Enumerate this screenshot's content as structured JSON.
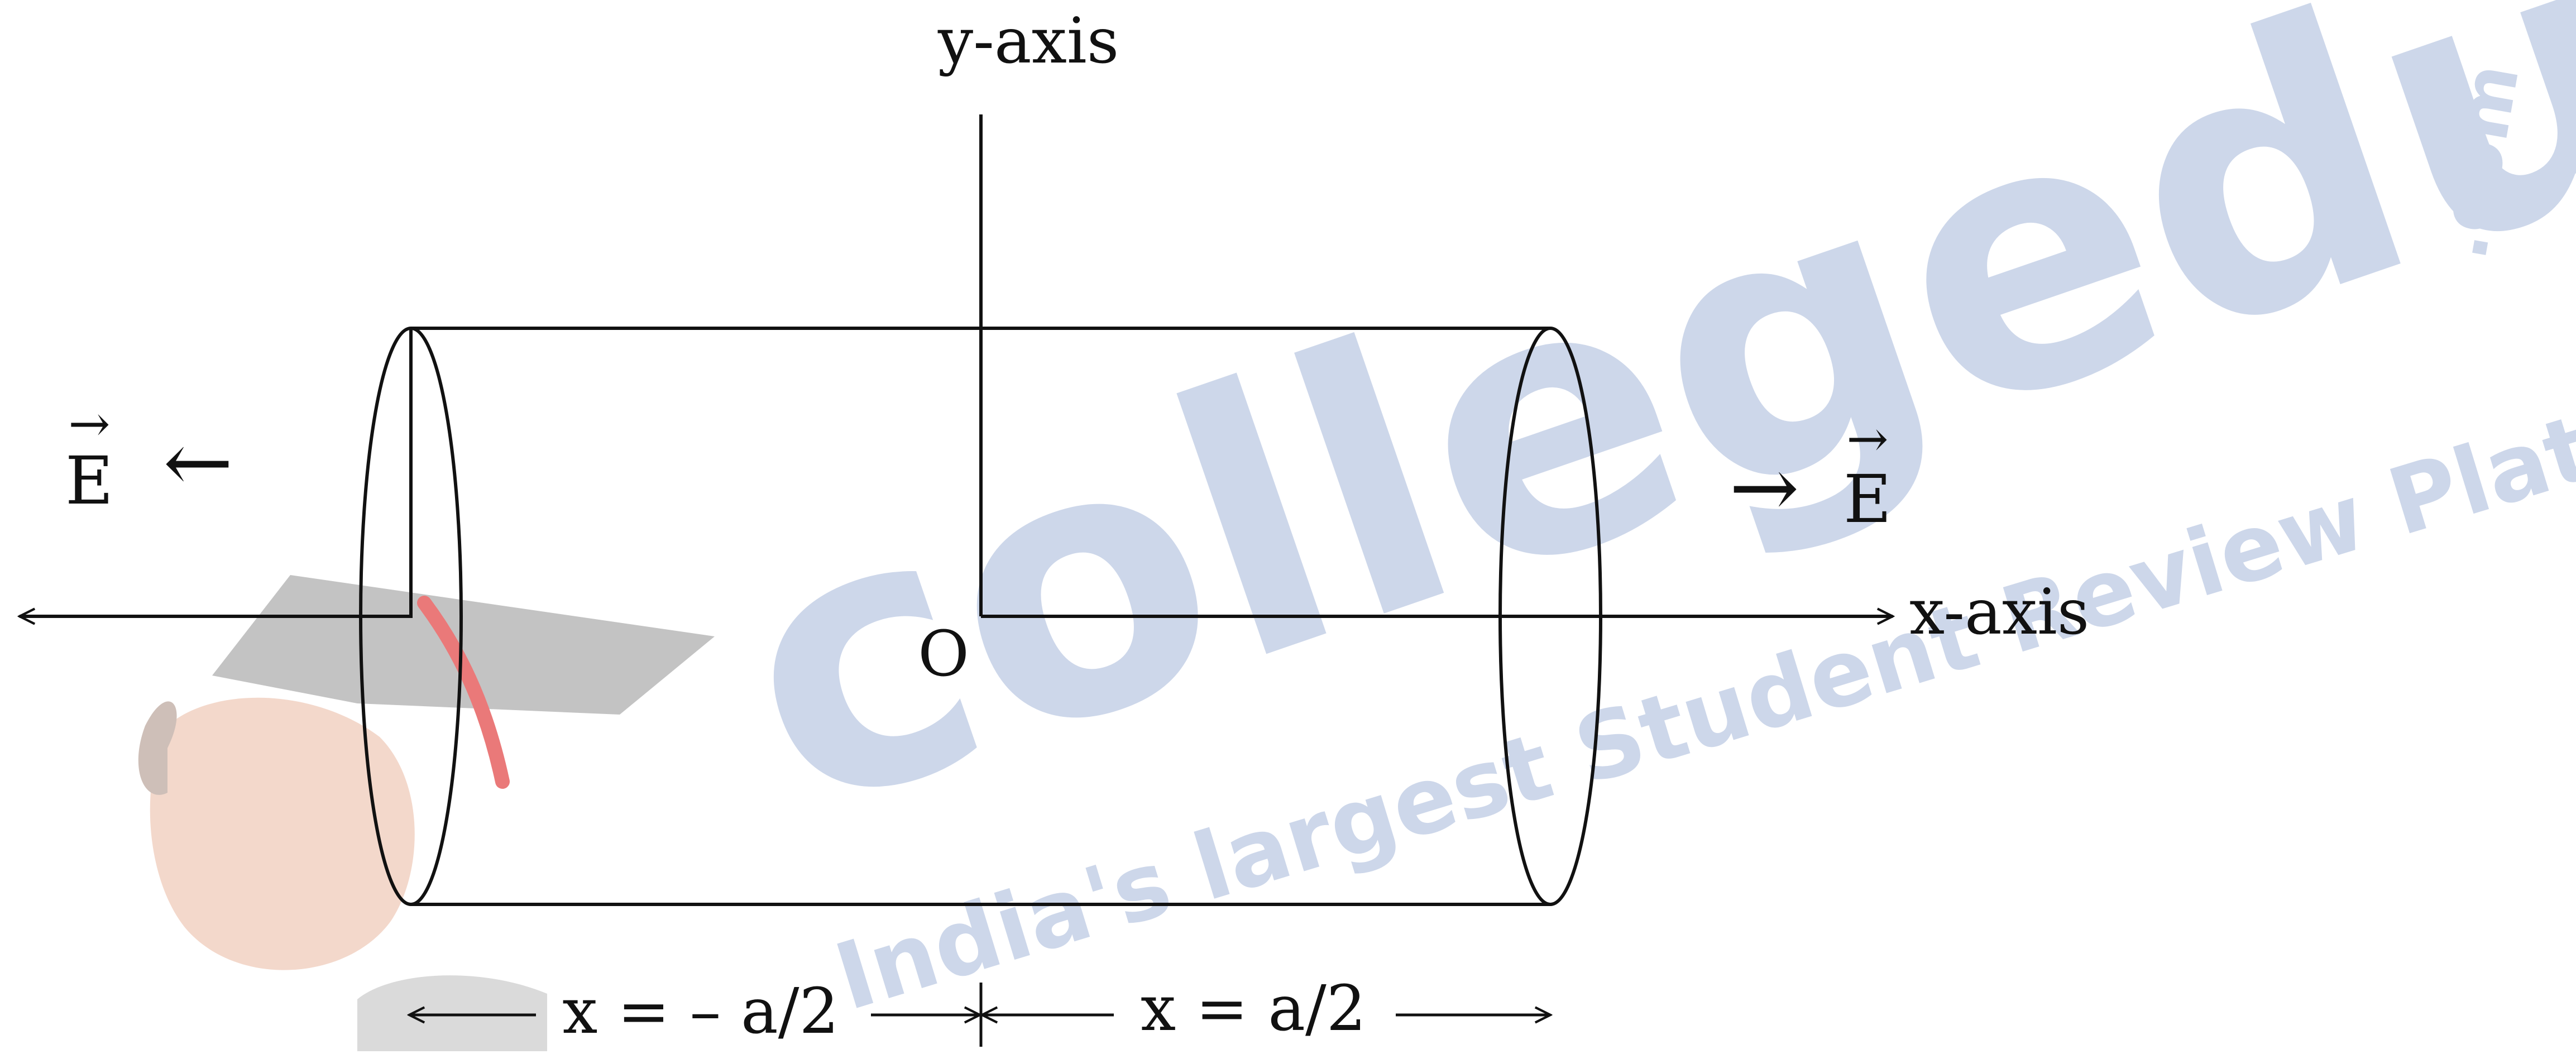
{
  "diagram": {
    "axis_labels": {
      "y": "y-axis",
      "x": "x-axis",
      "origin": "O"
    },
    "field_left": {
      "symbol": "E",
      "vector_arrow": "→",
      "direction_arrow": "←"
    },
    "field_right": {
      "symbol": "E",
      "vector_arrow": "→",
      "direction_arrow": "→"
    },
    "dimensions": {
      "left": "x = – a/2",
      "right": "x = a/2"
    }
  },
  "watermark": {
    "brand": "collegedunia",
    "suffix": ".com",
    "tagline": "India's largest Student Review Platform",
    "colors": {
      "text": "#c8d3e8",
      "cap": "#bdbdbd",
      "tassel": "#e86a6a",
      "face": "#f2d4c6"
    }
  },
  "colors": {
    "line": "#111111",
    "background": "#ffffff"
  }
}
